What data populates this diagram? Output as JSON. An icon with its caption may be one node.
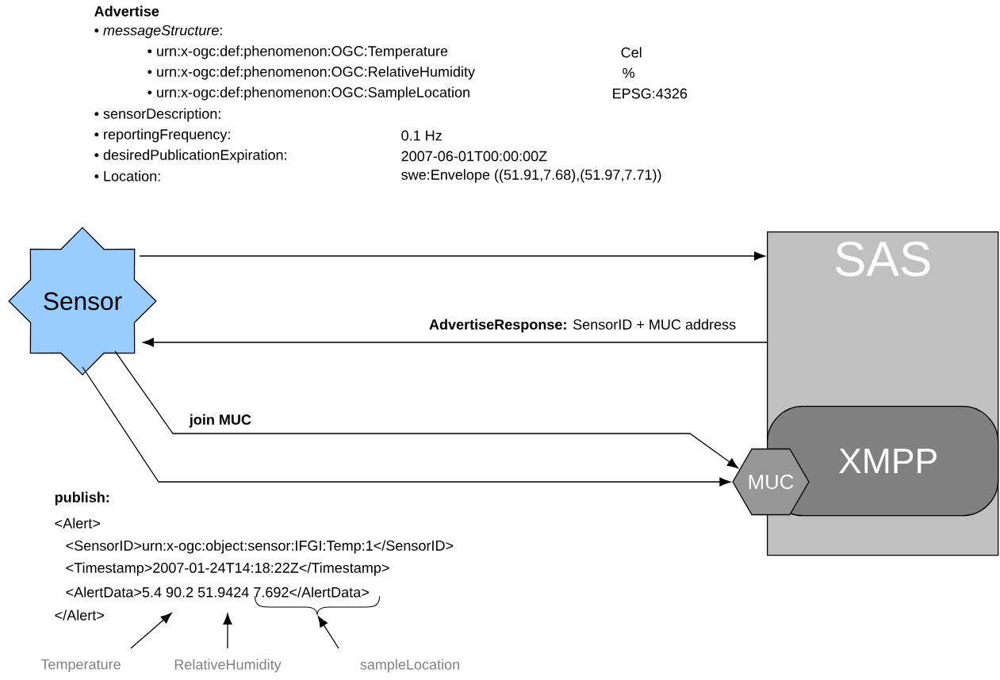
{
  "diagram": {
    "nodes": [
      {
        "text": [
          "Sensor"
        ]
      },
      {
        "text": [
          "SAS"
        ]
      },
      {
        "text": [
          "XMPP"
        ],
        "in": 1
      },
      {
        "text": [
          "MUC"
        ]
      },
      {
        "text": [
          "Temperature"
        ]
      },
      {
        "text": [
          "RelativeHumidity"
        ]
      },
      {
        "text": [
          "sampleLocation"
        ]
      },
      {
        "text": [],
        "shape": "brace"
      }
    ],
    "edges": [
      {
        "from": 0,
        "to": 1,
        "arrow": "to"
      },
      {
        "from": 1,
        "to": 0,
        "arrow": "to",
        "label": "**AdvertiseResponse:** SensorID + MUC address"
      },
      {
        "from": 0,
        "to": 3,
        "arrow": "to",
        "label": "join MUC"
      },
      {
        "from": 0,
        "to": 3,
        "arrow": "to"
      },
      {
        "from": 4,
        "to": null,
        "arrow": "to"
      },
      {
        "from": 5,
        "to": null,
        "arrow": "to"
      },
      {
        "from": 6,
        "to": 7,
        "arrow": "to"
      }
    ],
    "labels": [
      "Advertise",
      "• *messageStructure*:",
      "• urn:x-ogc:def:phenomenon:OGC:Temperature",
      "Cel",
      "• urn:x-ogc:def:phenomenon:OGC:RelativeHumidity",
      "%",
      "• urn:x-ogc:def:phenomenon:OGC:SampleLocation",
      "EPSG:4326",
      "• sensorDescription:",
      "• reportingFrequency:",
      "0.1 Hz",
      "• desiredPublicationExpiration:",
      "2007-06-01T00:00:00Z",
      "• Location:",
      "swe:Envelope ((51.91,7.68),(51.97,7.71))",
      "publish:",
      "<Alert>",
      "<SensorID>urn:x-ogc:object:sensor:IFGI:Temp:1</SensorID>",
      "<Timestamp>2007-01-24T14:18:22Z</Timestamp>",
      "<AlertData>5.4 90.2 51.9424 7.692</AlertData>",
      "</Alert>"
    ]
  }
}
